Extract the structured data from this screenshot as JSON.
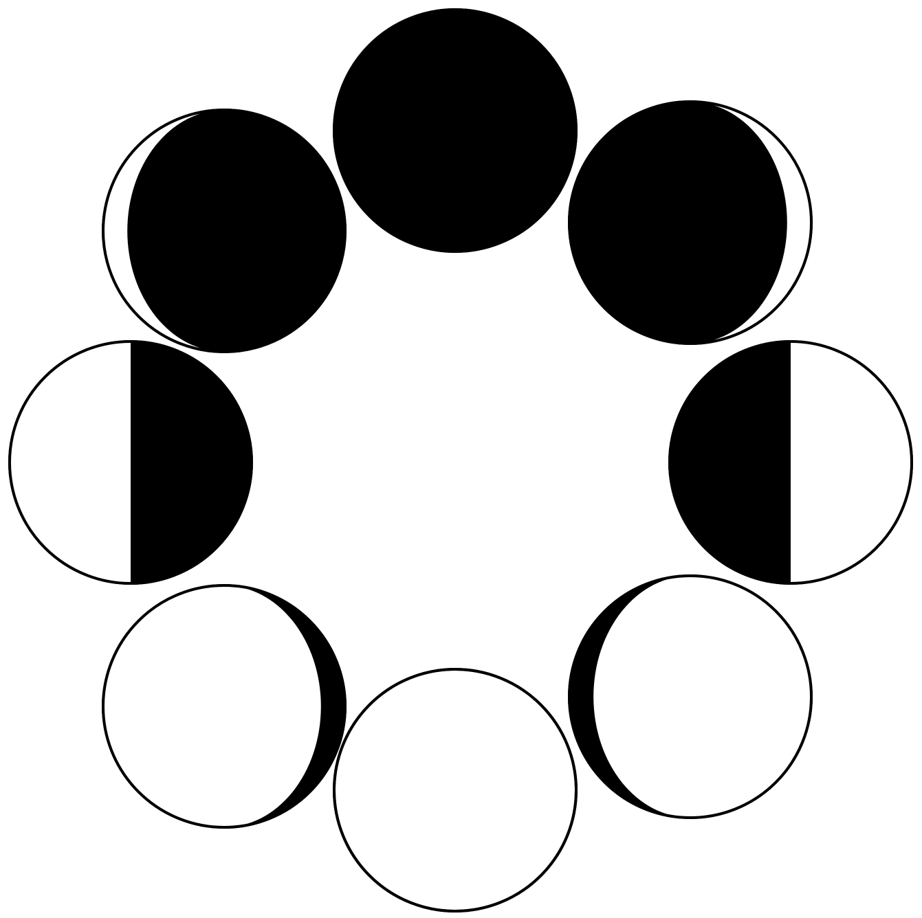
{
  "diagram": {
    "ink_color": "#000000",
    "paper_color": "#ffffff",
    "phases": [
      {
        "id": "new-moon",
        "illuminated_fraction": 0.0,
        "lit_side": "none"
      },
      {
        "id": "waxing-crescent",
        "illuminated_fraction": 0.1,
        "lit_side": "right"
      },
      {
        "id": "first-quarter",
        "illuminated_fraction": 0.5,
        "lit_side": "right"
      },
      {
        "id": "waxing-gibbous",
        "illuminated_fraction": 0.9,
        "lit_side": "right"
      },
      {
        "id": "full-moon",
        "illuminated_fraction": 1.0,
        "lit_side": "all"
      },
      {
        "id": "waning-gibbous",
        "illuminated_fraction": 0.9,
        "lit_side": "left"
      },
      {
        "id": "last-quarter",
        "illuminated_fraction": 0.5,
        "lit_side": "left"
      },
      {
        "id": "waning-crescent",
        "illuminated_fraction": 0.1,
        "lit_side": "left"
      }
    ]
  }
}
